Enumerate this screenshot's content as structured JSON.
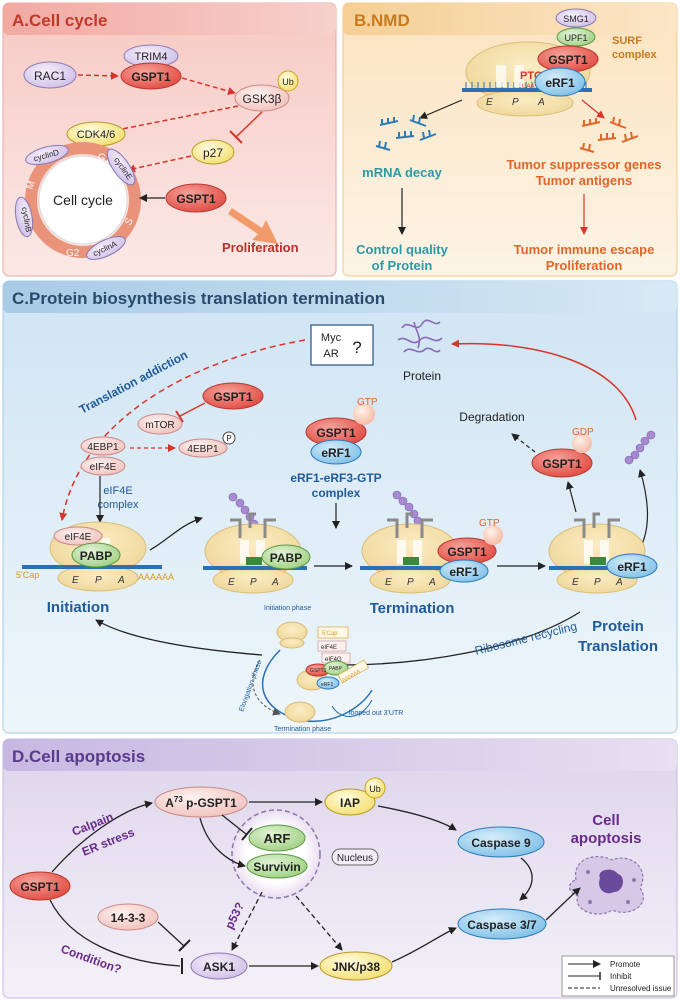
{
  "panels": {
    "a": {
      "title": "A.Cell cycle",
      "bg": "#f6d2cf"
    },
    "b": {
      "title": "B.NMD",
      "bg": "#fbe8c9"
    },
    "c": {
      "title": "C.Protein biosynthesis translation termination",
      "bg": "#d7e9f5"
    },
    "d": {
      "title": "D.Cell apoptosis",
      "bg": "#e6e0f0"
    }
  },
  "colors": {
    "gspt1": "#e85a52",
    "erf1": "#4aa0d6",
    "red_arrow": "#d9342b",
    "blue_text": "#1f5a9a",
    "teal_text": "#2a9aa8",
    "orange_text": "#e2652a",
    "purple_text": "#6a2a8a"
  },
  "cell_cycle": {
    "rac1": "RAC1",
    "trim4": "TRIM4",
    "gspt1_top": "GSPT1",
    "gsk3b": "GSK3β",
    "ub": "Ub",
    "cdk46": "CDK4/6",
    "p27": "p27",
    "gspt1_side": "GSPT1",
    "cycle_label": "Cell cycle",
    "proliferation": "Proliferation",
    "cyclins": [
      "cyclinD",
      "cyclinE",
      "cyclinA",
      "cyclinB"
    ],
    "phases": [
      "G1",
      "S",
      "G2",
      "M"
    ]
  },
  "nmd": {
    "smg1": "SMG1",
    "upf1": "UPF1",
    "gspt1": "GSPT1",
    "surf": "SURF",
    "complex": "complex",
    "ptc": "PTC",
    "erf1": "eRF1",
    "sites": [
      "E",
      "P",
      "A"
    ],
    "uaa": "UAA",
    "mrna_decay": "mRNA decay",
    "tumor_line1": "Tumor suppressor genes",
    "tumor_line2": "Tumor antigens",
    "control_line1": "Control quality",
    "control_line2": "of Protein",
    "escape_line1": "Tumor immune escape",
    "escape_line2": "Proliferation"
  },
  "translation": {
    "myc": "Myc",
    "ar": "AR",
    "question": "?",
    "protein": "Protein",
    "addiction": "Translation addiction",
    "gspt1": "GSPT1",
    "mtor": "mTOR",
    "ebp1": "4EBP1",
    "eif4e": "eIF4E",
    "ebp1_p": "4EBP1",
    "p": "P",
    "eif4e_complex_1": "eIF4E",
    "eif4e_complex_2": "complex",
    "gtp": "GTP",
    "gdp": "GDP",
    "erf1": "eRF1",
    "erf_complex_1": "eRF1-eRF3-GTP",
    "erf_complex_2": "complex",
    "degradation": "Degradation",
    "pabp": "PABP",
    "cap": "5'Cap",
    "polya": "AAAAAA",
    "initiation": "Initiation",
    "termination": "Termination",
    "protein_translation_1": "Protein",
    "protein_translation_2": "Translation",
    "ribosome_recycling": "Ribosome recycling",
    "initiation_phase": "Initiation phase",
    "elongation_phase": "Elongation phase",
    "termination_phase": "Termination phase",
    "looped_utr": "looped out 3'UTR",
    "mini_cap": "5'Cap",
    "mini_eif4e": "eIF4E",
    "mini_eif4g": "eIF4G",
    "mini_gspt1": "GSPT1",
    "mini_pabp": "PABP",
    "mini_erf1": "eRF1",
    "mini_polya": "AAAAAA"
  },
  "apoptosis": {
    "a73": "A",
    "a73_sup": "73",
    "a73_rest": " p-GSPT1",
    "calpain": "Calpain",
    "er_stress": "ER stress",
    "iap": "IAP",
    "ub": "Ub",
    "caspase9": "Caspase 9",
    "cell_apoptosis_1": "Cell",
    "cell_apoptosis_2": "apoptosis",
    "arf": "ARF",
    "nucleus": "Nucleus",
    "survivin": "Survivin",
    "gspt1": "GSPT1",
    "p53": "p53?",
    "protein1433": "14-3-3",
    "condition": "Condition?",
    "ask1": "ASK1",
    "jnk": "JNK/p38",
    "caspase37": "Caspase 3/7",
    "legend": [
      "Promote",
      "Inhibit",
      "Unresolved issue"
    ]
  }
}
